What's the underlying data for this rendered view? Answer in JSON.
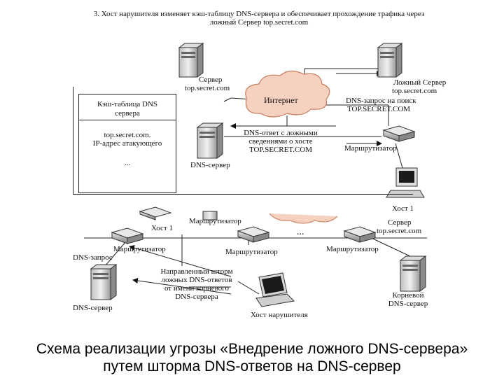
{
  "upper": {
    "title_line1": "3. Хост нарушителя изменяет кэш-таблицу DNS-сервера и обеспечивает прохождение трафика через",
    "title_line2": "ложный Сервер top.secret.com",
    "cache_table_title1": "Кэш-таблица DNS",
    "cache_table_title2": "сервера",
    "cache_entry1": "top.secret.com.",
    "cache_entry2": "IP-адрес атакующего",
    "cache_dots": "...",
    "server_label1": "Сервер",
    "server_label2": "top.secret.com",
    "fake_server_label1": "Ложный Сервер",
    "fake_server_label2": "top.secret.com",
    "internet_label": "Интернет",
    "dns_request1": "DNS-запрос на поиск",
    "dns_request2": "TOP.SECRET.COM",
    "dns_response1": "DNS-ответ с ложными",
    "dns_response2": "сведениями о хосте",
    "dns_response3": "TOP.SECRET.COM",
    "dns_server_label": "DNS-сервер",
    "router_label": "Маршрутизатор",
    "host1_label": "Хост 1"
  },
  "lower": {
    "host1_label": "Хост 1",
    "router_top_label": "Маршрутизатор",
    "server_label1": "Сервер",
    "server_label2": "top.secret.com",
    "router_left": "Маршрутизатор",
    "router_mid": "Маршрутизатор",
    "router_right": "Маршрутизатор",
    "ellipsis": "...",
    "dns_request": "DNS-запрос",
    "dns_server_label": "DNS-сервер",
    "storm1": "Направленный шторм",
    "storm2": "ложных DNS-ответов",
    "storm3": "от имени корневого",
    "storm4": "DNS-сервера",
    "attacker_label": "Хост нарушителя",
    "root_dns1": "Корневой",
    "root_dns2": "DNS-сервер"
  },
  "caption": {
    "line1": "Схема реализации угрозы «Внедрение ложного DNS-сервера»",
    "line2": "путем шторма DNS-ответов на DNS-сервер"
  }
}
